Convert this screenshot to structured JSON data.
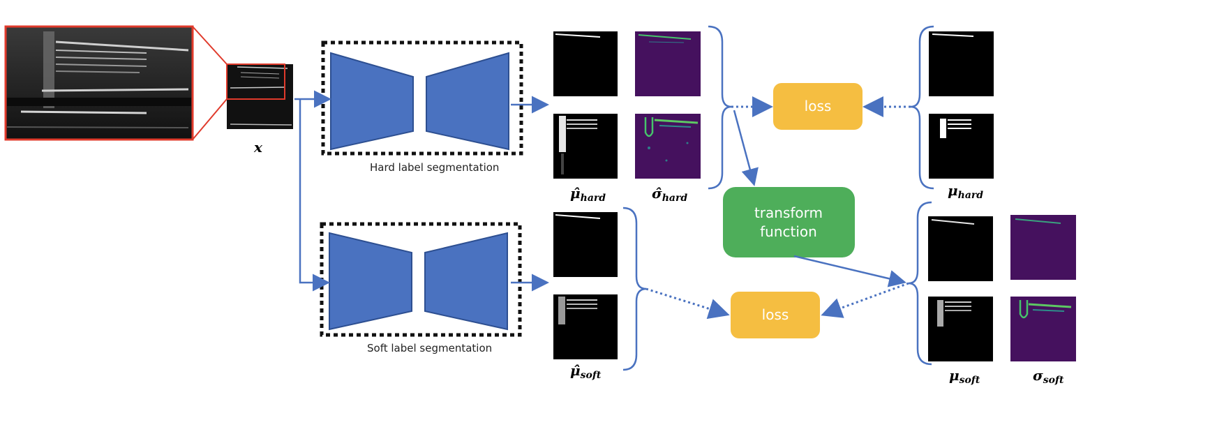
{
  "input": {
    "label_main": "x"
  },
  "networks": {
    "hard_caption": "Hard label segmentation",
    "soft_caption": "Soft label segmentation"
  },
  "outputs": {
    "mu_hat_hard": {
      "main": "μ̂",
      "sub": "hard"
    },
    "sigma_hat_hard": {
      "main": "σ̂",
      "sub": "hard"
    },
    "mu_hat_soft": {
      "main": "μ̂",
      "sub": "soft"
    }
  },
  "targets": {
    "mu_hard": {
      "main": "μ",
      "sub": "hard"
    },
    "mu_soft": {
      "main": "μ",
      "sub": "soft"
    },
    "sigma_soft": {
      "main": "σ",
      "sub": "soft"
    }
  },
  "boxes": {
    "loss_top": "loss",
    "loss_bottom": "loss",
    "transform_line1": "transform",
    "transform_line2": "function"
  },
  "colors": {
    "network_blue": "#4a72c0",
    "arrow_blue": "#4a72c0",
    "loss_yellow": "#f5be41",
    "transform_green": "#4eae5a",
    "zoom_red": "#e03a2b",
    "uncertainty_purple": "#45115e",
    "uncertainty_highlight": "#46c46b"
  }
}
